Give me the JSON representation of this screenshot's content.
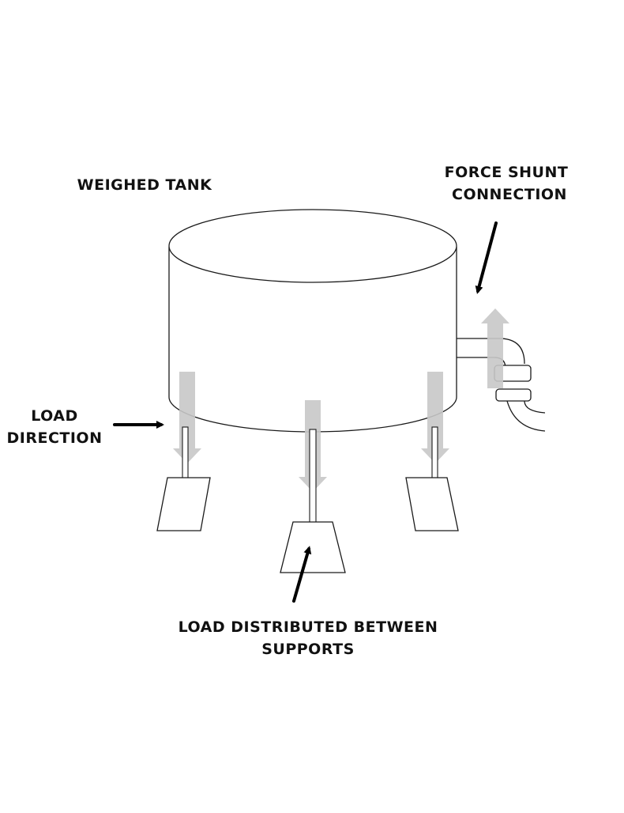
{
  "labels": {
    "weighed_tank": "WEIGHED TANK",
    "force_shunt_line1": "FORCE SHUNT",
    "force_shunt_line2": "CONNECTION",
    "load_direction_line1": "LOAD",
    "load_direction_line2": "DIRECTION",
    "load_distributed_line1": "LOAD DISTRIBUTED BETWEEN",
    "load_distributed_line2": "SUPPORTS"
  },
  "colors": {
    "outline": "#1a1a1a",
    "force_arrow": "#c8c8c8",
    "callout_arrow": "#000000",
    "background": "#ffffff"
  }
}
